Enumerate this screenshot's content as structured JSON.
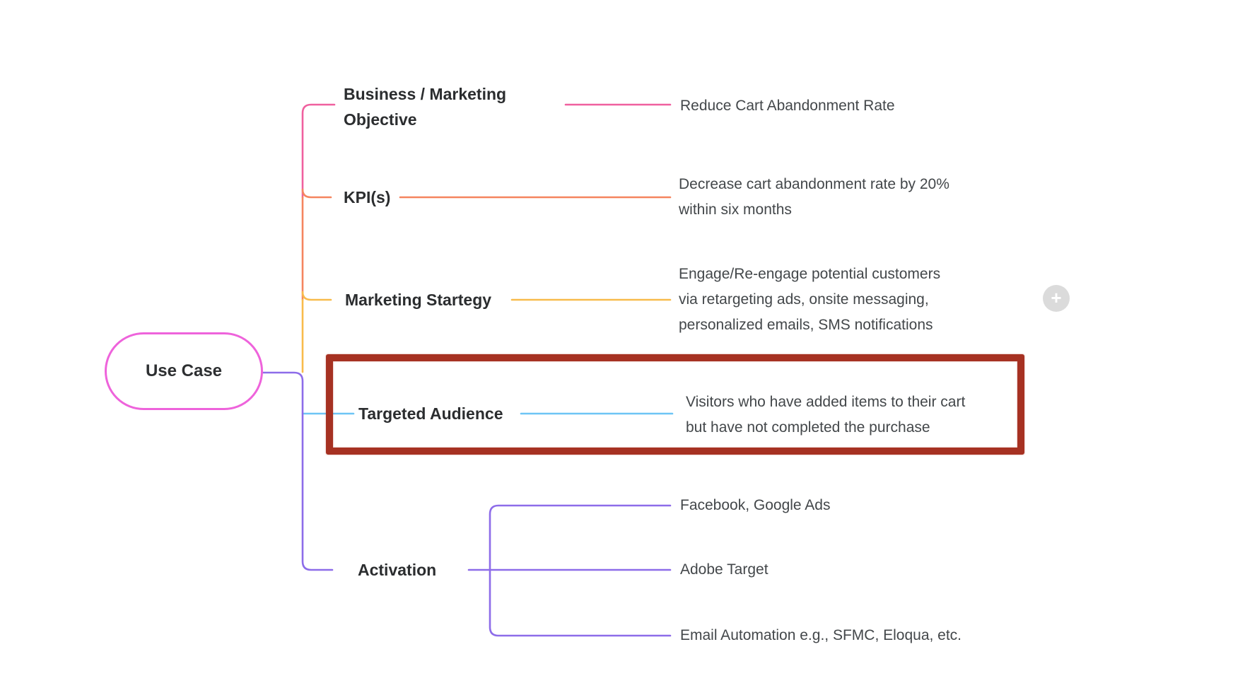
{
  "root": {
    "label": "Use Case",
    "border_color": "#ee63db"
  },
  "branches": [
    {
      "label": "Business / Marketing Objective",
      "color": "#f0609f",
      "children": [
        {
          "label": "Reduce Cart Abandonment Rate"
        }
      ]
    },
    {
      "label": "KPI(s)",
      "color": "#f5855f",
      "children": [
        {
          "label": "Decrease cart abandonment rate by 20% within six months"
        }
      ]
    },
    {
      "label": "Marketing Startegy",
      "color": "#f8bb4b",
      "children": [
        {
          "label": "Engage/Re-engage potential customers via retargeting ads, onsite messaging, personalized emails, SMS notifications"
        }
      ]
    },
    {
      "label": "Targeted Audience",
      "color": "#6ec5f5",
      "highlighted": true,
      "children": [
        {
          "label": "Visitors who have added items to their cart but have not completed the purchase"
        }
      ]
    },
    {
      "label": "Activation",
      "color": "#8d6ce9",
      "children": [
        {
          "label": "Facebook, Google Ads"
        },
        {
          "label": "Adobe Target"
        },
        {
          "label": "Email Automation e.g., SFMC, Eloqua, etc."
        }
      ]
    }
  ],
  "highlight_box": {
    "color": "#a63122"
  },
  "add_button": {
    "label": "+",
    "background": "#dbdbdb"
  }
}
